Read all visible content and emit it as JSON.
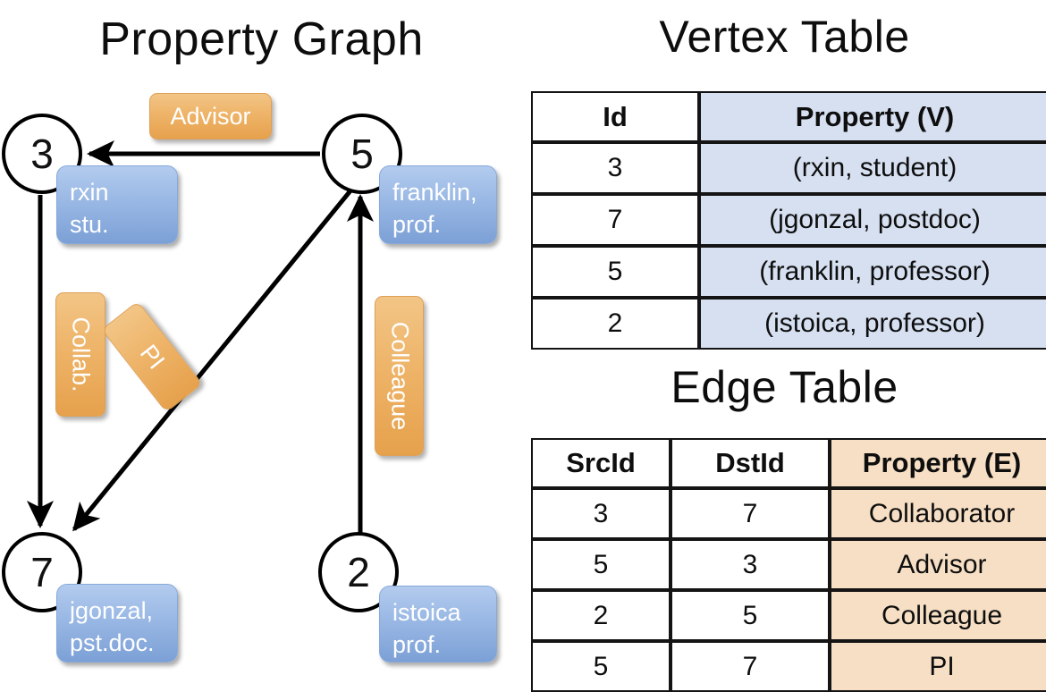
{
  "titles": {
    "property_graph": "Property Graph",
    "vertex_table": "Vertex Table",
    "edge_table": "Edge Table"
  },
  "colors": {
    "node_stroke": "#000000",
    "vertex_property_fill": "#d6e0f1",
    "edge_property_fill": "#f6dfc4",
    "blue_box": "#9dbbe6",
    "orange_box": "#eeb469",
    "text": "#0e0e0e"
  },
  "graph": {
    "nodes": [
      {
        "id": "3",
        "property_line1": "rxin",
        "property_line2": "stu."
      },
      {
        "id": "5",
        "property_line1": "franklin,",
        "property_line2": "prof."
      },
      {
        "id": "7",
        "property_line1": "jgonzal,",
        "property_line2": "pst.doc."
      },
      {
        "id": "2",
        "property_line1": "istoica",
        "property_line2": "prof."
      }
    ],
    "edge_labels": [
      {
        "name": "advisor",
        "text": "Advisor"
      },
      {
        "name": "collab",
        "text": "Collab."
      },
      {
        "name": "pi",
        "text": "PI"
      },
      {
        "name": "colleague",
        "text": "Colleague"
      }
    ],
    "edges": [
      {
        "from": "5",
        "to": "3",
        "label": "Advisor"
      },
      {
        "from": "3",
        "to": "7",
        "label": "Collab."
      },
      {
        "from": "5",
        "to": "7",
        "label": "PI"
      },
      {
        "from": "2",
        "to": "5",
        "label": "Colleague"
      }
    ]
  },
  "vertex_table": {
    "headers": [
      "Id",
      "Property (V)"
    ],
    "rows": [
      {
        "id": "3",
        "property": "(rxin, student)"
      },
      {
        "id": "7",
        "property": "(jgonzal, postdoc)"
      },
      {
        "id": "5",
        "property": "(franklin, professor)"
      },
      {
        "id": "2",
        "property": "(istoica, professor)"
      }
    ]
  },
  "edge_table": {
    "headers": [
      "SrcId",
      "DstId",
      "Property (E)"
    ],
    "rows": [
      {
        "src": "3",
        "dst": "7",
        "property": "Collaborator"
      },
      {
        "src": "5",
        "dst": "3",
        "property": "Advisor"
      },
      {
        "src": "2",
        "dst": "5",
        "property": "Colleague"
      },
      {
        "src": "5",
        "dst": "7",
        "property": "PI"
      }
    ]
  }
}
